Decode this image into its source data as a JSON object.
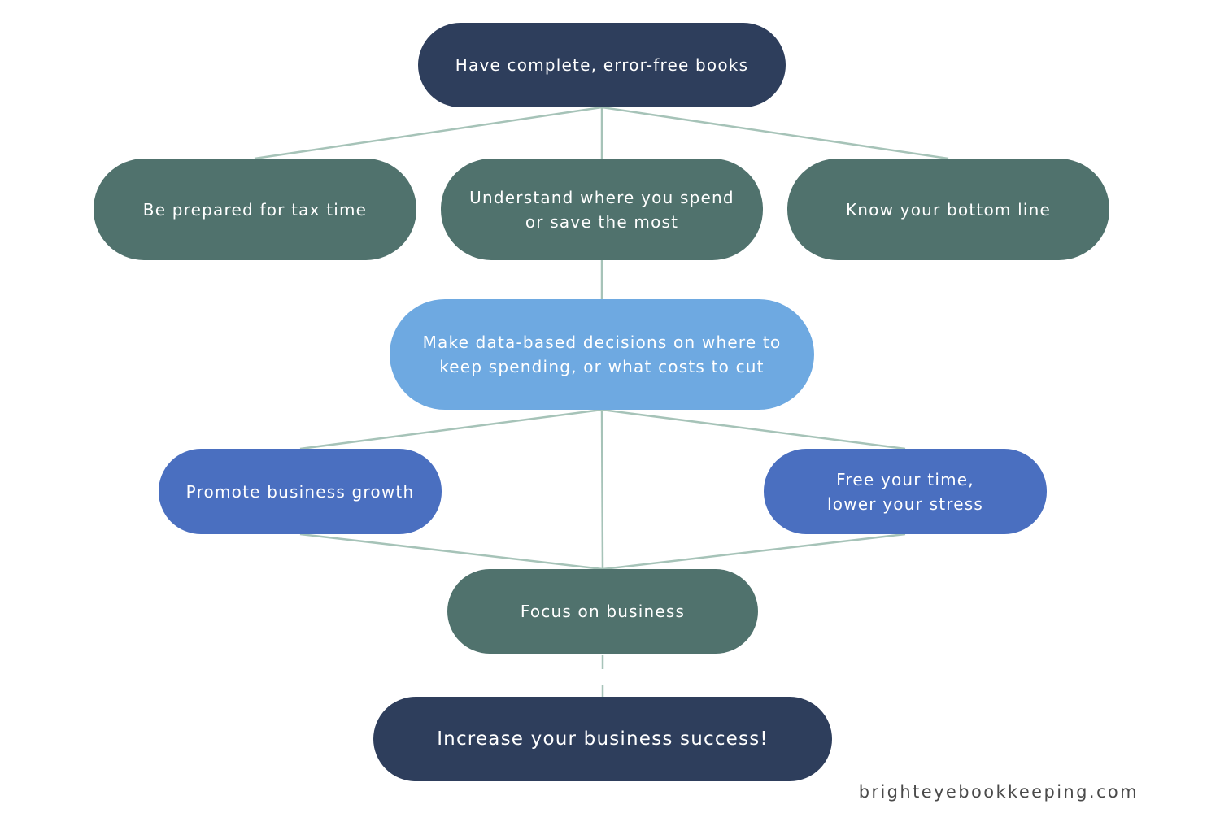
{
  "nodes": {
    "top": "Have complete, error-free books",
    "tax": "Be prepared for tax time",
    "spend": "Understand where you spend\nor save the most",
    "bottom_line": "Know your bottom line",
    "decisions": "Make data-based decisions on where to\nkeep spending, or what costs to cut",
    "growth": "Promote business growth",
    "free_time": "Free your time,\nlower your stress",
    "focus": "Focus on business",
    "success": "Increase your business success!"
  },
  "footer": {
    "url": "brighteyebookkeeping.com"
  },
  "colors": {
    "navy": "#2e3e5c",
    "teal": "#50726d",
    "sky_blue": "#6ea9e1",
    "blue": "#4a6fc0",
    "connector": "#a6c3b8"
  }
}
